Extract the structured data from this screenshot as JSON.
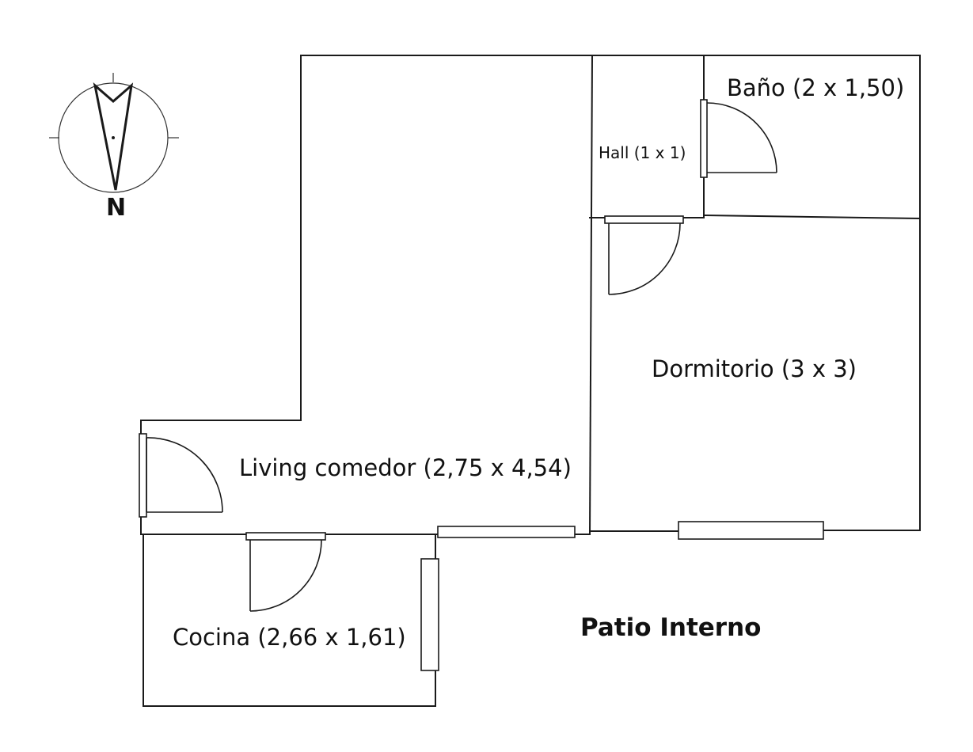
{
  "rooms": {
    "bano": "Baño (2 x 1,50)",
    "hall": "Hall (1 x 1)",
    "dormitorio": "Dormitorio (3 x 3)",
    "living": "Living comedor (2,75 x 4,54)",
    "cocina": "Cocina (2,66 x 1,61)",
    "patio": "Patio Interno"
  },
  "compass": {
    "letter": "N"
  }
}
